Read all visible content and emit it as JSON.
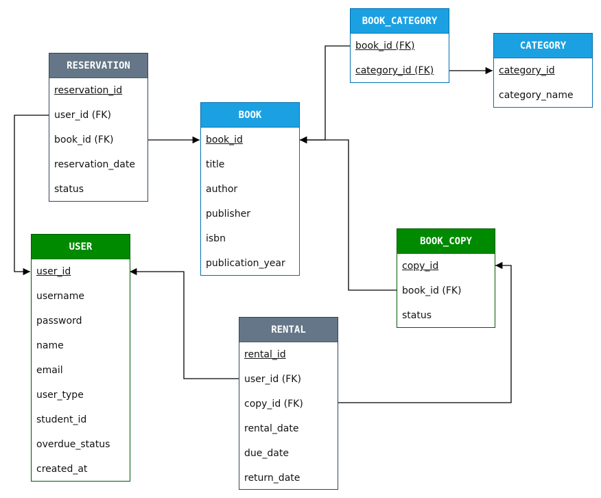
{
  "colors": {
    "blue": "#1ba1e2",
    "blue_border": "#006eaf",
    "green": "#008a00",
    "green_border": "#005700",
    "slate": "#647687",
    "slate_border": "#314354",
    "line": "#000000"
  },
  "entities": {
    "book_category": {
      "title": "BOOK_CATEGORY",
      "rows": [
        "book_id (FK)",
        "category_id (FK)"
      ]
    },
    "category": {
      "title": "CATEGORY",
      "rows": [
        "category_id",
        "category_name"
      ]
    },
    "reservation": {
      "title": "RESERVATION",
      "rows": [
        "reservation_id",
        "user_id (FK)",
        "book_id (FK)",
        "reservation_date",
        "status"
      ]
    },
    "book": {
      "title": "BOOK",
      "rows": [
        "book_id",
        "title",
        "author",
        "publisher",
        "isbn",
        "publication_year"
      ]
    },
    "user": {
      "title": "USER",
      "rows": [
        "user_id",
        "username",
        "password",
        "name",
        "email",
        "user_type",
        "student_id",
        "overdue_status",
        "created_at"
      ]
    },
    "book_copy": {
      "title": "BOOK_COPY",
      "rows": [
        "copy_id",
        "book_id (FK)",
        "status"
      ]
    },
    "rental": {
      "title": "RENTAL",
      "rows": [
        "rental_id",
        "user_id (FK)",
        "copy_id (FK)",
        "rental_date",
        "due_date",
        "return_date"
      ]
    }
  }
}
